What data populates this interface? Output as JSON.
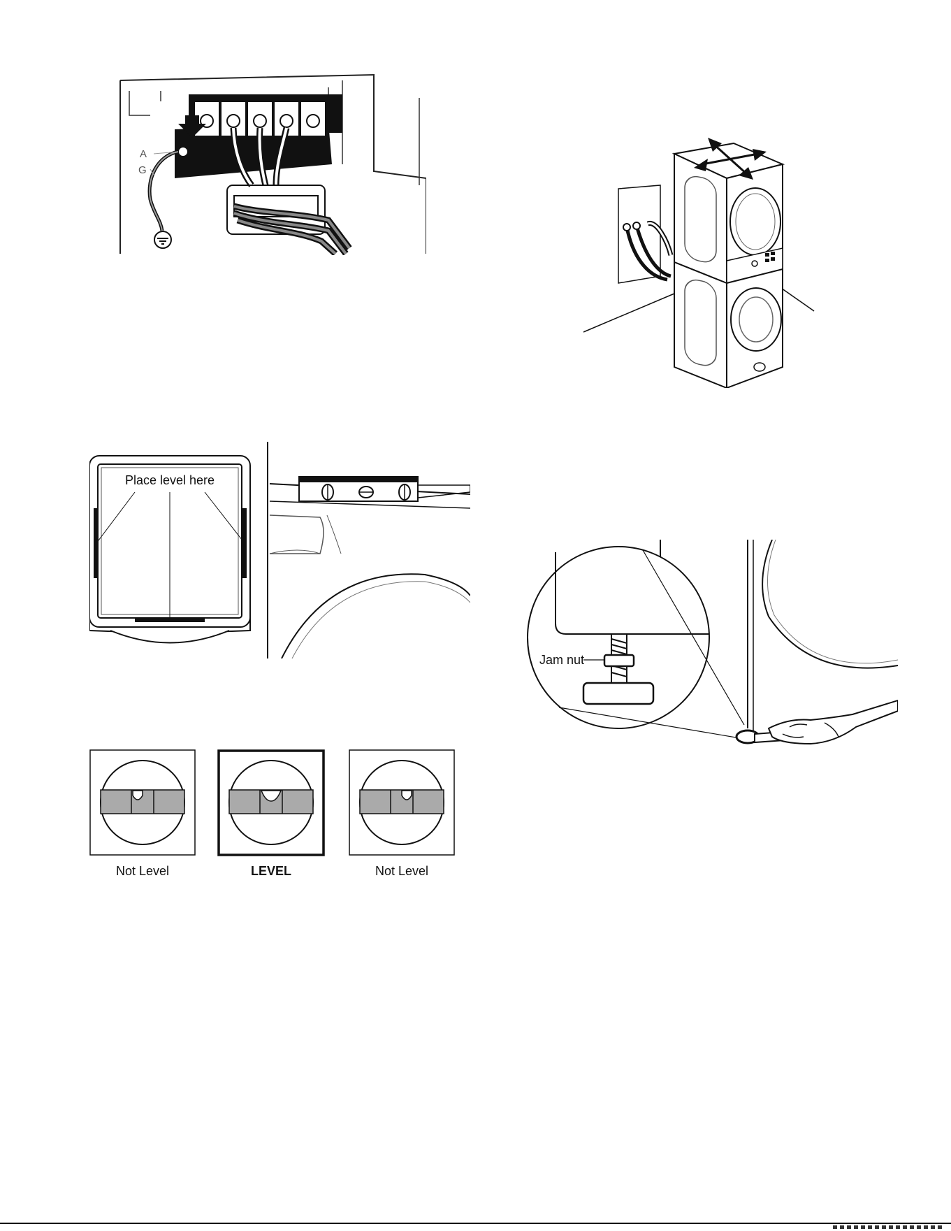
{
  "figures": {
    "terminal_block": {
      "label_a": "A",
      "label_g": "G"
    },
    "stacked_units": {},
    "level_placement": {
      "caption": "Place level here"
    },
    "bubble_levels": {
      "left_caption": "Not Level",
      "center_caption": "LEVEL",
      "right_caption": "Not Level"
    },
    "leveling_foot": {
      "jam_nut_label": "Jam nut"
    }
  }
}
